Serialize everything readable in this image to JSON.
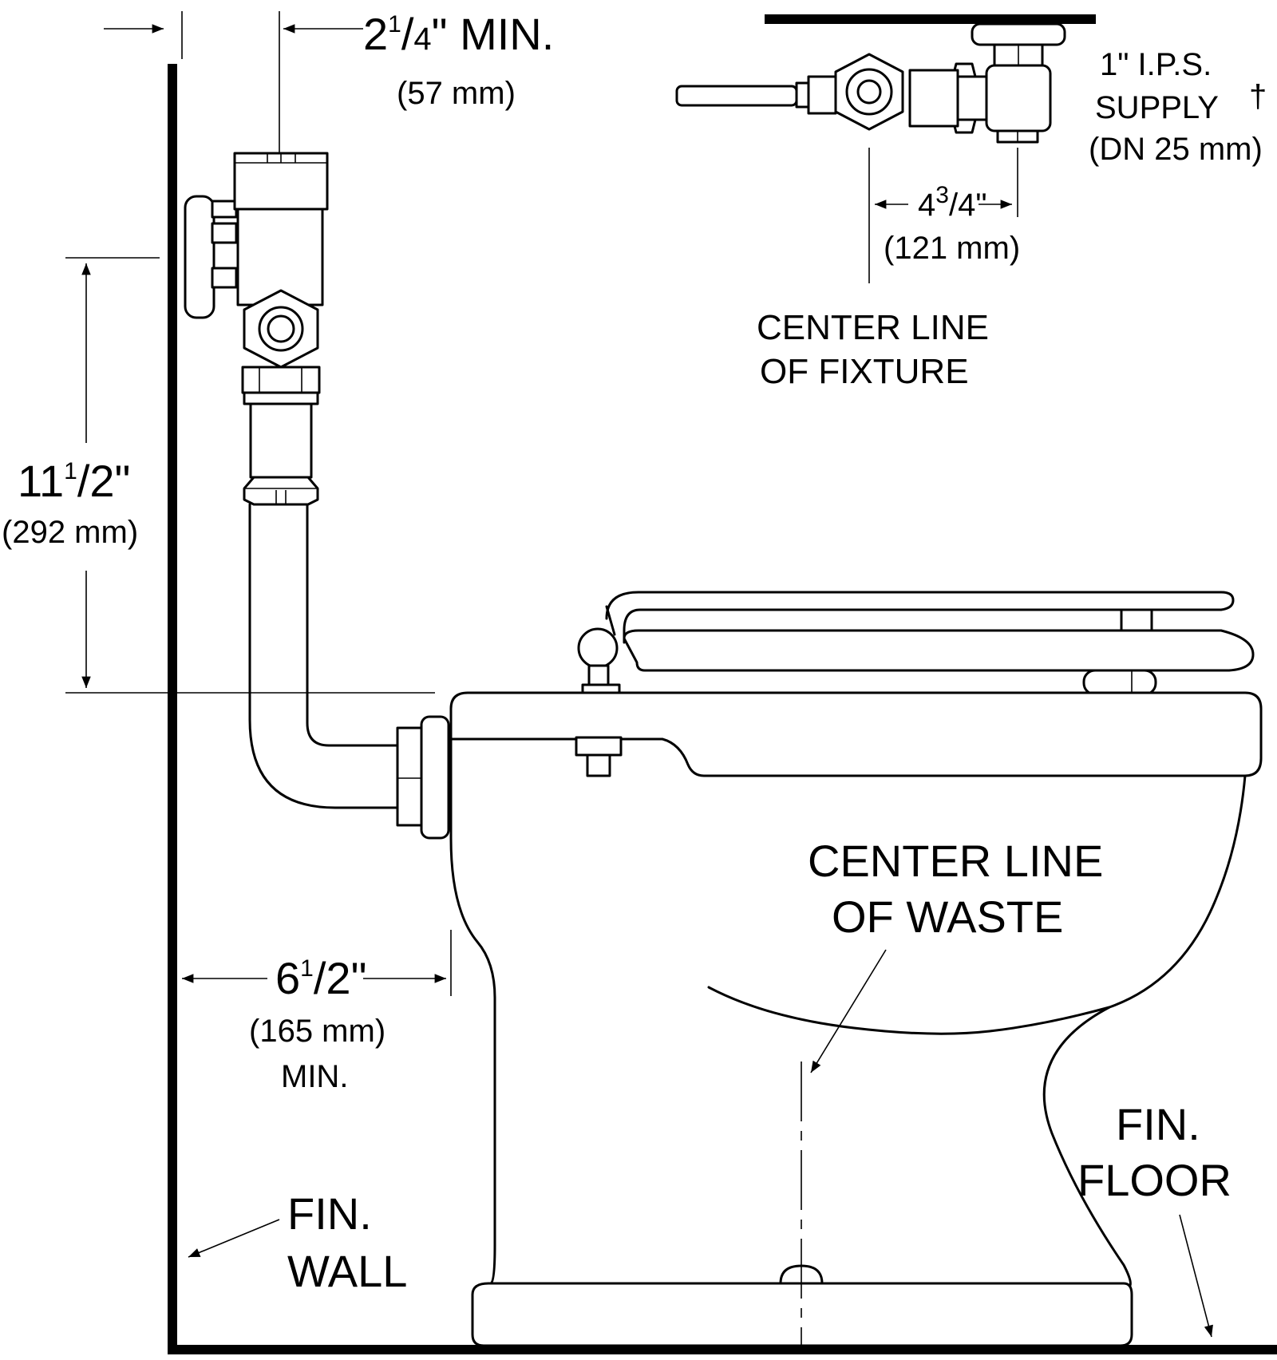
{
  "labels": {
    "supply_dim": {
      "whole": "2",
      "num": "1",
      "den": "4",
      "suffix": "\" MIN.",
      "metric": "(57 mm)"
    },
    "height_dim": {
      "whole": "11",
      "num": "1",
      "den": "2",
      "suffix": "\"",
      "metric": "(292 mm)"
    },
    "offset_dim": {
      "whole": "6",
      "num": "1",
      "den": "2",
      "suffix": "\"",
      "metric": "(165 mm)",
      "note": "MIN."
    },
    "valve_dim": {
      "whole": "4",
      "num": "3",
      "den": "4",
      "suffix": "\"",
      "metric": "(121 mm)"
    },
    "supply_pipe": {
      "line1": "1\"  I.P.S.",
      "line2": "SUPPLY",
      "dagger": "†",
      "line3": "(DN  25 mm)"
    },
    "centerline_fixture": {
      "line1": "CENTER LINE",
      "line2": "OF  FIXTURE"
    },
    "centerline_waste": {
      "line1": "CENTER LINE",
      "line2": "OF  WASTE"
    },
    "fin_wall": {
      "line1": "FIN.",
      "line2": "WALL"
    },
    "fin_floor": {
      "line1": "FIN.",
      "line2": "FLOOR"
    }
  }
}
